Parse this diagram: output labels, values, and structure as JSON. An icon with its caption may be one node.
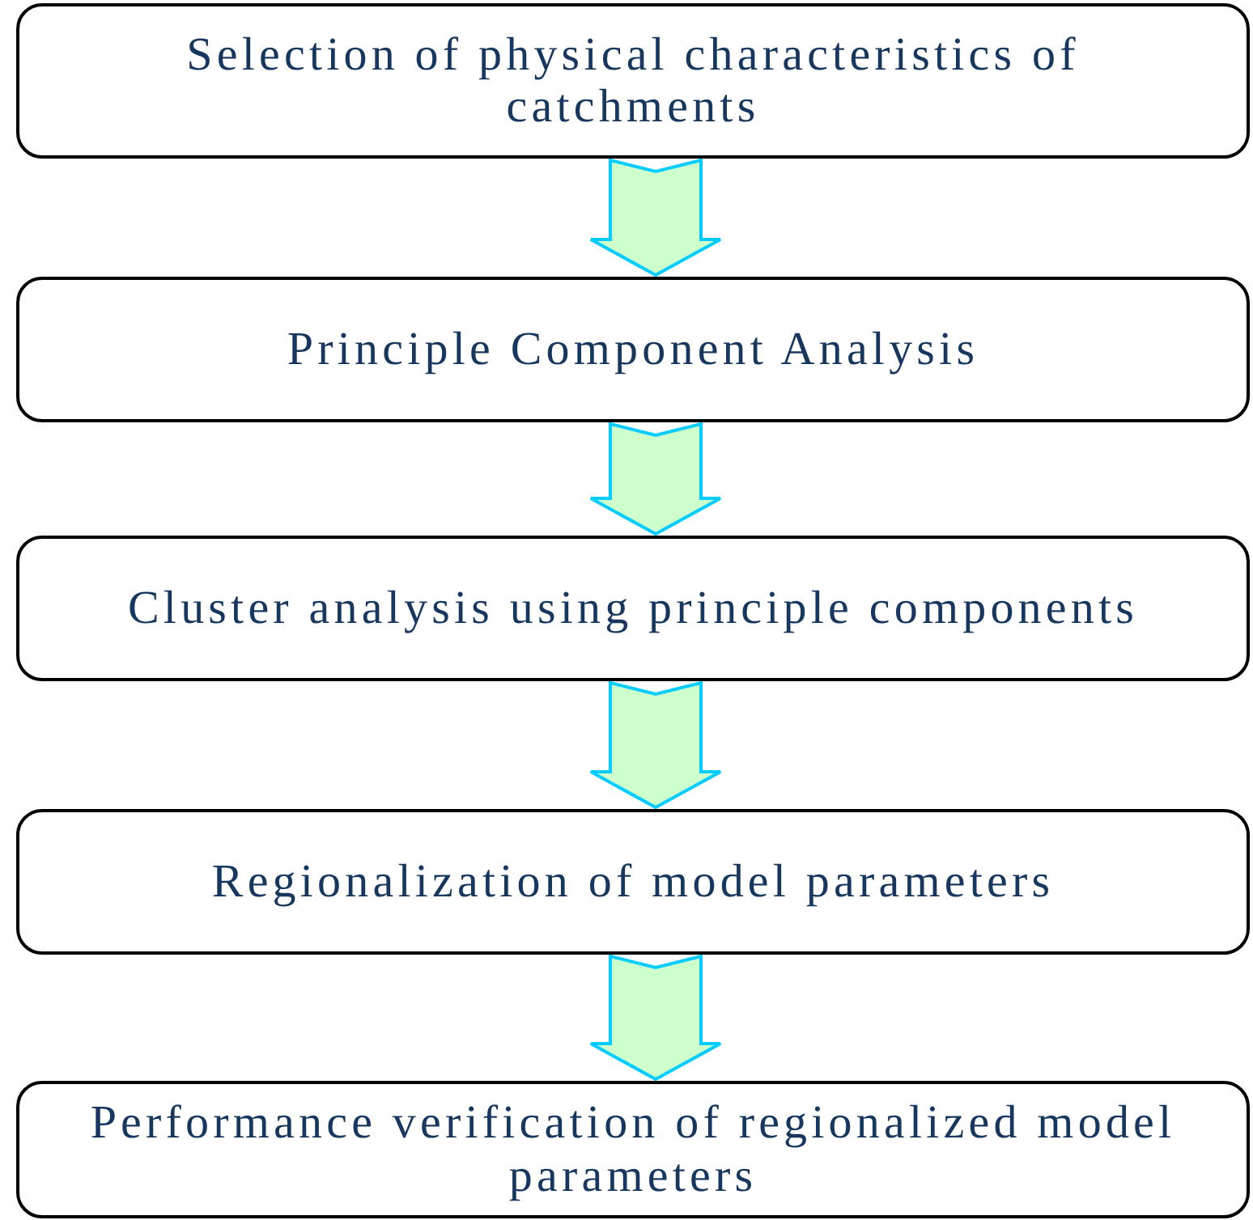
{
  "diagram": {
    "nodes": [
      {
        "text": [
          "Selection of physical characteristics of catchments"
        ]
      },
      {
        "text": [
          "Principle Component Analysis"
        ]
      },
      {
        "text": [
          "Cluster analysis using principle components"
        ]
      },
      {
        "text": [
          "Regionalization of model parameters"
        ]
      },
      {
        "text": [
          "Performance verification of regionalized model parameters"
        ]
      }
    ],
    "edges": [
      {
        "from": 0,
        "to": 1,
        "arrow": "to"
      },
      {
        "from": 1,
        "to": 2,
        "arrow": "to"
      },
      {
        "from": 2,
        "to": 3,
        "arrow": "to"
      },
      {
        "from": 3,
        "to": 4,
        "arrow": "to"
      }
    ]
  }
}
